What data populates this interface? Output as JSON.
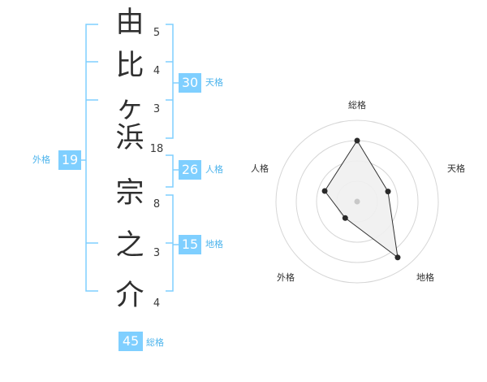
{
  "name": {
    "chars": [
      "由",
      "比",
      "ヶ",
      "浜",
      "宗",
      "之",
      "介"
    ],
    "strokes": [
      "5",
      "4",
      "3",
      "18",
      "8",
      "3",
      "4"
    ]
  },
  "kakaku": {
    "tenkaku": {
      "value": "30",
      "label": "天格"
    },
    "jinkaku": {
      "value": "26",
      "label": "人格"
    },
    "chikaku": {
      "value": "15",
      "label": "地格"
    },
    "gaikaku": {
      "value": "19",
      "label": "外格"
    },
    "soukaku": {
      "value": "45",
      "label": "総格"
    }
  },
  "chart_data": {
    "type": "radar",
    "axes": [
      "総格",
      "天格",
      "地格",
      "外格",
      "人格"
    ],
    "values": [
      0.75,
      0.4,
      0.85,
      0.25,
      0.42
    ],
    "max": 1,
    "rings": 4,
    "fill_color": "#efefef",
    "line_color": "#333333",
    "bracket_color": "#7fcfff",
    "accent_color": "#7fcfff"
  }
}
